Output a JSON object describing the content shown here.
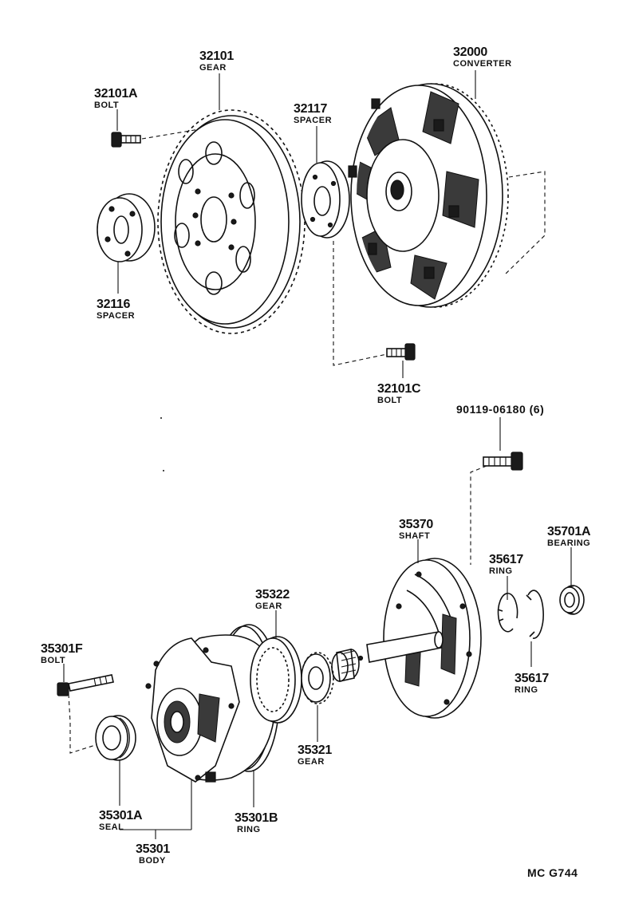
{
  "diagram_code": "MC G744",
  "callouts": {
    "bolt_32101A": {
      "part_no": "32101A",
      "name": "BOLT"
    },
    "gear_32101": {
      "part_no": "32101",
      "name": "GEAR"
    },
    "spacer_32117": {
      "part_no": "32117",
      "name": "SPACER"
    },
    "converter_32000": {
      "part_no": "32000",
      "name": "CONVERTER"
    },
    "spacer_32116": {
      "part_no": "32116",
      "name": "SPACER"
    },
    "bolt_32101C": {
      "part_no": "32101C",
      "name": "BOLT"
    },
    "bolt_90119": {
      "part_no": "90119-06180 (6)"
    },
    "shaft_35370": {
      "part_no": "35370",
      "name": "SHAFT"
    },
    "bearing_35701A": {
      "part_no": "35701A",
      "name": "BEARING"
    },
    "ring_35617_a": {
      "part_no": "35617",
      "name": "RING"
    },
    "ring_35617_b": {
      "part_no": "35617",
      "name": "RING"
    },
    "gear_35322": {
      "part_no": "35322",
      "name": "GEAR"
    },
    "bolt_35301F": {
      "part_no": "35301F",
      "name": "BOLT"
    },
    "gear_35321": {
      "part_no": "35321",
      "name": "GEAR"
    },
    "seal_35301A": {
      "part_no": "35301A",
      "name": "SEAL"
    },
    "ring_35301B": {
      "part_no": "35301B",
      "name": "RING"
    },
    "body_35301": {
      "part_no": "35301",
      "name": "BODY"
    }
  }
}
